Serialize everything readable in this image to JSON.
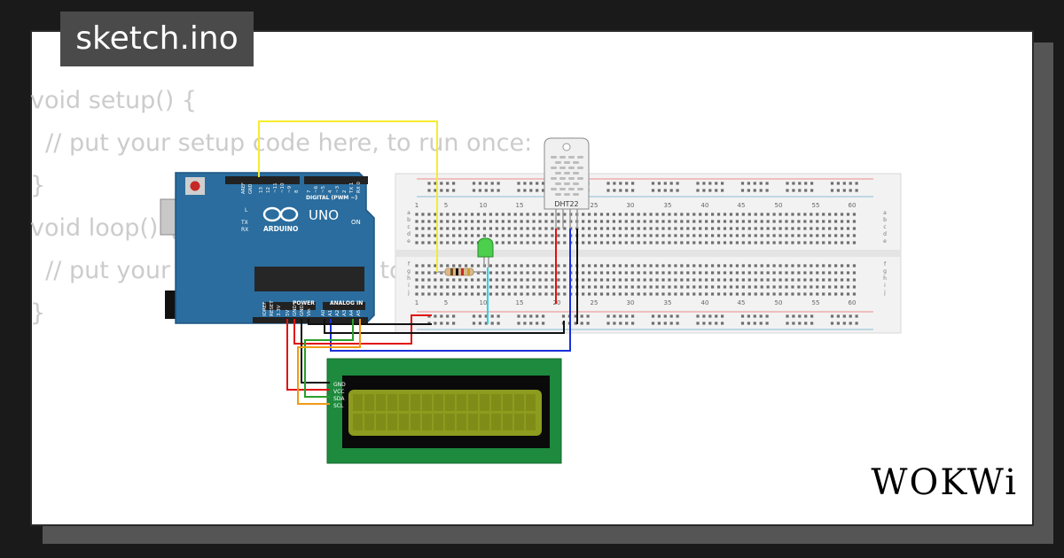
{
  "file": {
    "name": "sketch.ino"
  },
  "code_lines": [
    "void setup() {",
    "  // put your setup code here, to run once:",
    "",
    "}",
    "",
    "void loop() {",
    "  // put your main code here, to run repeatedly:",
    "",
    "}"
  ],
  "arduino": {
    "model": "UNO",
    "brand": "ARDUINO",
    "aref": "AREF",
    "gnd": "GND",
    "digital_label": "DIGITAL (PWM ~)",
    "analog_label": "ANALOG IN",
    "power_label": "POWER",
    "led_l": "L",
    "led_tx": "TX",
    "led_rx": "RX",
    "on_label": "ON",
    "digital_pins": [
      "13",
      "12",
      "~11",
      "~10",
      "~9",
      "8",
      "7",
      "~6",
      "~5",
      "4",
      "~3",
      "2",
      "TX 1",
      "RX 0"
    ],
    "power_pins": [
      "IOREF",
      "RESET",
      "3.3V",
      "5V",
      "GND",
      "GND",
      "Vin"
    ],
    "analog_pins": [
      "A0",
      "A1",
      "A2",
      "A3",
      "A4",
      "A5"
    ]
  },
  "breadboard": {
    "column_numbers": [
      "1",
      "5",
      "10",
      "15",
      "20",
      "25",
      "30",
      "35",
      "40",
      "45",
      "50",
      "55",
      "60"
    ],
    "rows_top": [
      "a",
      "b",
      "c",
      "d",
      "e"
    ],
    "rows_bottom": [
      "f",
      "g",
      "h",
      "i",
      "j"
    ]
  },
  "sensor": {
    "label": "DHT22"
  },
  "lcd": {
    "pins": [
      "GND",
      "VCC",
      "SDA",
      "SCL"
    ]
  },
  "brand": {
    "logo": "WOKWi"
  },
  "colors": {
    "background": "#1a1a1a",
    "card": "#ffffff",
    "title_box": "#4a4a4a",
    "code_text": "#cccccc",
    "arduino_board": "#2a6d9e",
    "lcd_board": "#1d8a3d",
    "lcd_screen": "#8d9c1e",
    "wire_yellow": "#f6ec2f",
    "wire_red": "#e11010",
    "wire_black": "#111111",
    "wire_blue": "#1a30d8",
    "wire_cyan": "#2ad6e6",
    "wire_orange": "#f09a18",
    "wire_green": "#2a9e2a"
  },
  "icons": [
    "arduino-infinity-icon",
    "reset-button-icon"
  ]
}
